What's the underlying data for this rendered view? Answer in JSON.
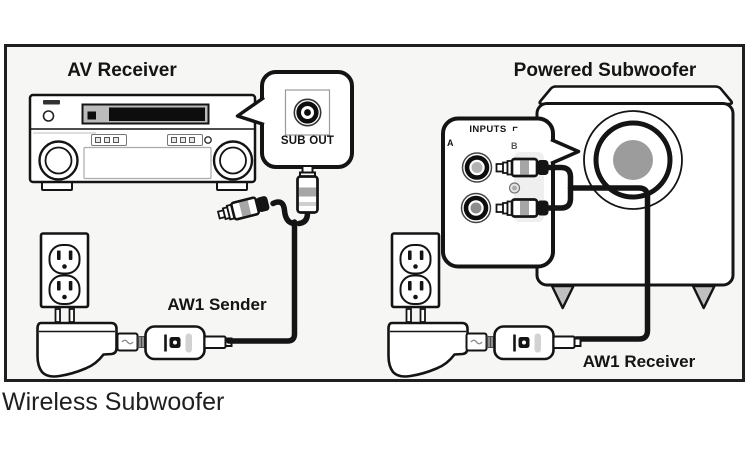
{
  "page": {
    "caption": "Wireless Subwoofer"
  },
  "diagram": {
    "frame": {
      "border_color": "#1f1f1f",
      "background": "#f6f6f4"
    },
    "av_receiver": {
      "label": "AV Receiver"
    },
    "sub_out_callout": {
      "label": "SUB OUT"
    },
    "aw1_sender": {
      "label": "AW1 Sender"
    },
    "powered_subwoofer": {
      "label": "Powered Subwoofer"
    },
    "inputs_callout": {
      "label": "INPUTS",
      "jack_a": "A",
      "jack_b": "B"
    },
    "aw1_receiver": {
      "label": "AW1 Receiver"
    },
    "colors": {
      "line": "#141414",
      "display_gray": "#bbbbbb",
      "speaker_gray": "#9c9c9c",
      "connector_band_gray": "#a6a6a6",
      "foot_gray": "#c0c0c0"
    }
  }
}
